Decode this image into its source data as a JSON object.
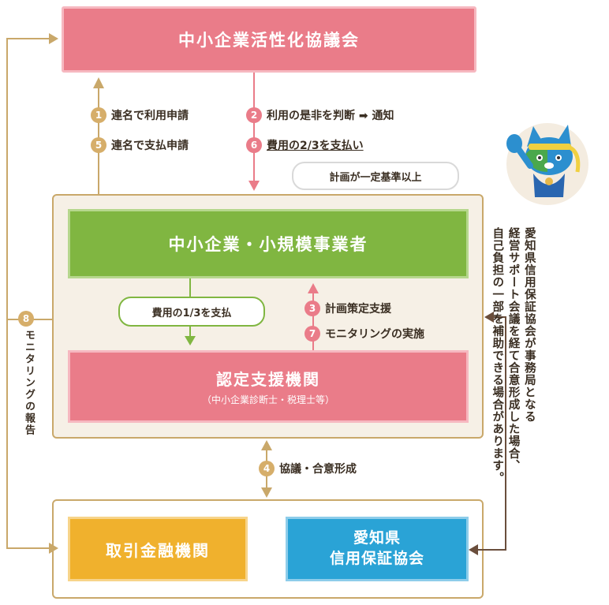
{
  "top_box": {
    "label": "中小企業活性化協議会"
  },
  "sme_box": {
    "label": "中小企業・小規模事業者"
  },
  "support_box": {
    "label": "認定支援機関",
    "sub": "（中小企業診断士・税理士等）"
  },
  "bank_box": {
    "label": "取引金融機関"
  },
  "cgc_box": {
    "line1": "愛知県",
    "line2": "信用保証協会"
  },
  "steps": {
    "s1": {
      "num": "1",
      "text": "連名で利用申請"
    },
    "s5": {
      "num": "5",
      "text": "連名で支払申請"
    },
    "s2": {
      "num": "2",
      "text": "利用の是非を判断 ➡ 通知"
    },
    "s6": {
      "num": "6",
      "text": "費用の2/3を支払い"
    },
    "s3": {
      "num": "3",
      "text": "計画策定支援"
    },
    "s7": {
      "num": "7",
      "text": "モニタリングの実施"
    },
    "s4": {
      "num": "4",
      "text": "協議・合意形成"
    },
    "s8": {
      "num": "8",
      "text": "モニタリングの報告"
    }
  },
  "pills": {
    "plan": "計画が一定基準以上",
    "pay": "費用の1/3を支払"
  },
  "note": {
    "lines": [
      "愛知県信用保証協会が事務局となる",
      "経営サポート会議を経て合意形成した場合、",
      "自己負担の一部を補助できる場合があります。"
    ]
  },
  "colors": {
    "pink": "#ea7c89",
    "green": "#80b641",
    "gold": "#c9a86a",
    "orange": "#f0b12d",
    "blue": "#2aa3d6"
  }
}
